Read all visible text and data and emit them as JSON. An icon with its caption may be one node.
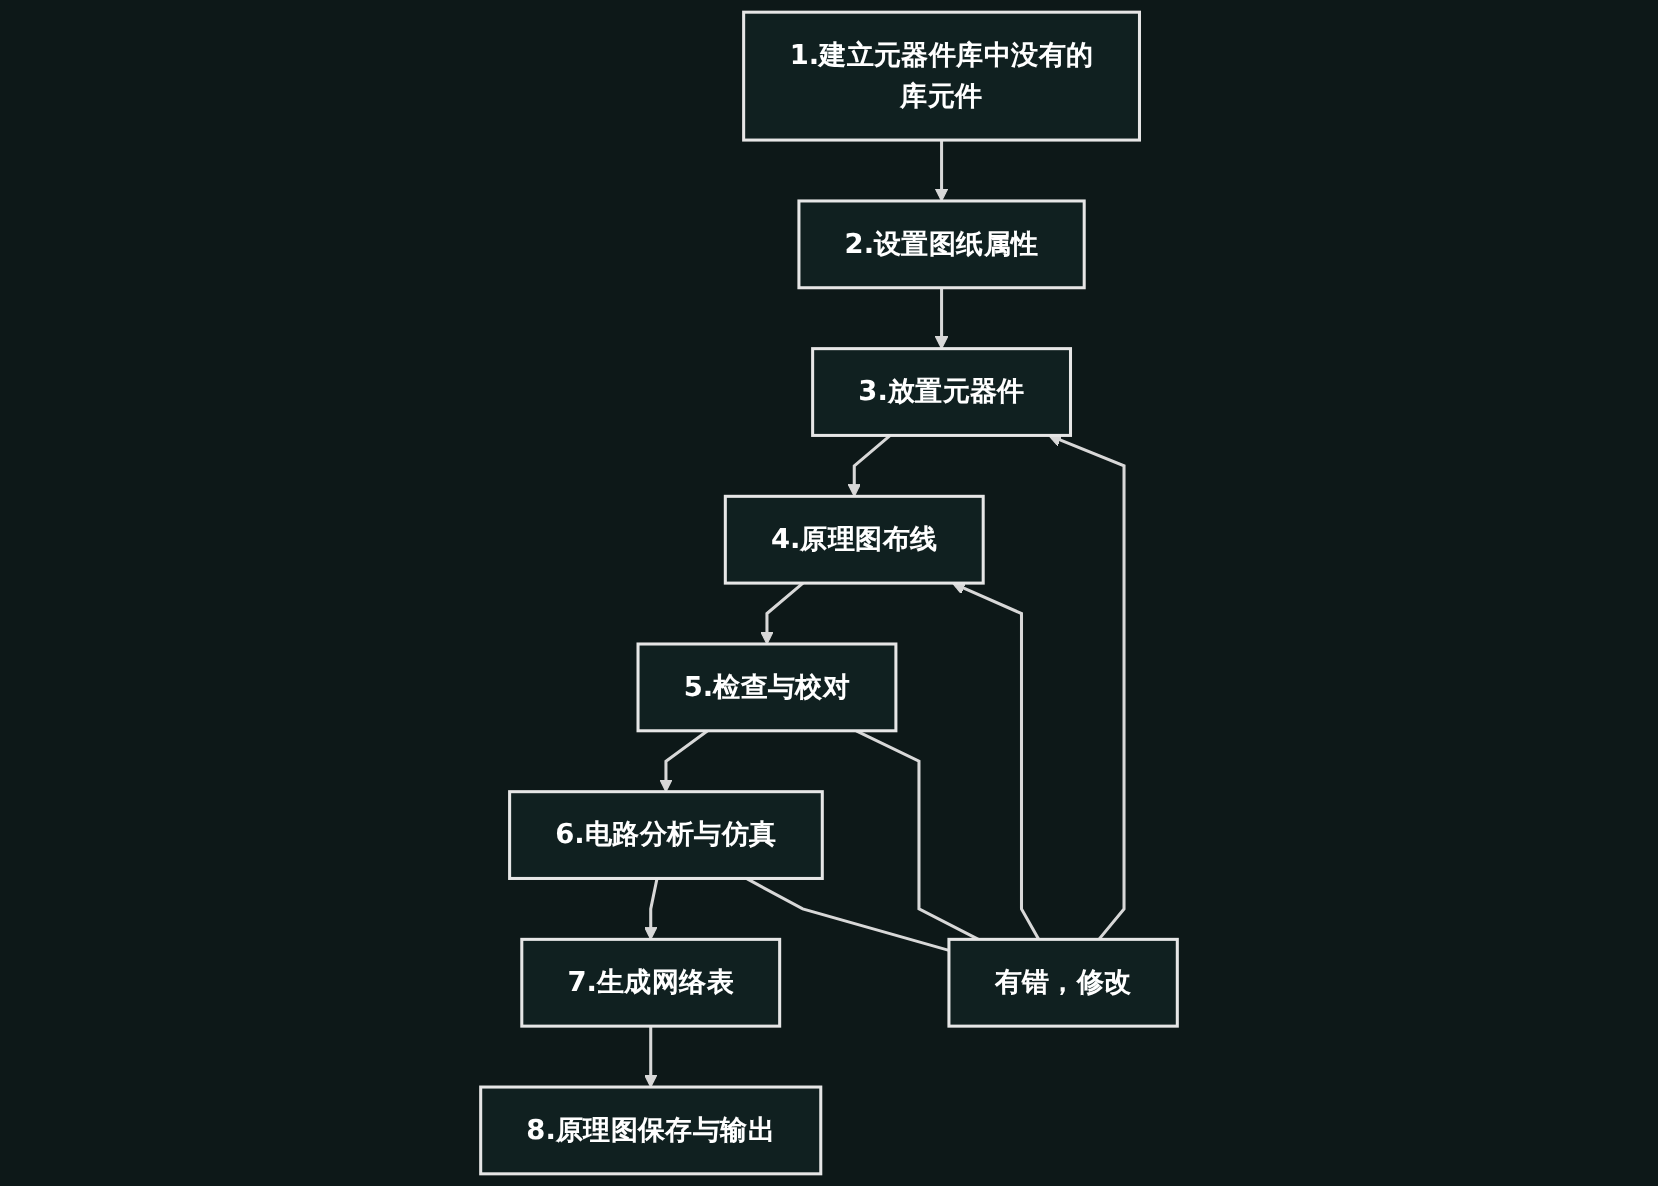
{
  "diagram": {
    "nodes": [
      {
        "text": [
          "1.建立元器件库中没有的库元件"
        ]
      },
      {
        "text": [
          "2.设置图纸属性"
        ]
      },
      {
        "text": [
          "3.放置元器件"
        ]
      },
      {
        "text": [
          "4.原理图布线"
        ]
      },
      {
        "text": [
          "有错，修改"
        ]
      },
      {
        "text": [
          "5.检查与校对"
        ]
      },
      {
        "text": [
          "6.电路分析与仿真"
        ]
      },
      {
        "text": [
          "7.生成网络表"
        ]
      },
      {
        "text": [
          "8.原理图保存与输出"
        ]
      }
    ],
    "edges": [
      {
        "from": 0,
        "to": 1,
        "arrow": "to"
      },
      {
        "from": 1,
        "to": 2,
        "arrow": "to"
      },
      {
        "from": 2,
        "to": 3,
        "arrow": "to"
      },
      {
        "from": 3,
        "to": 5,
        "arrow": "to"
      },
      {
        "from": 5,
        "to": 6,
        "arrow": "to"
      },
      {
        "from": 6,
        "to": 7,
        "arrow": "to"
      },
      {
        "from": 7,
        "to": 8,
        "arrow": "to"
      },
      {
        "from": 5,
        "to": 4,
        "arrow": "none"
      },
      {
        "from": 6,
        "to": 4,
        "arrow": "none"
      },
      {
        "from": 4,
        "to": 2,
        "arrow": "to"
      },
      {
        "from": 4,
        "to": 3,
        "arrow": "to"
      }
    ]
  }
}
